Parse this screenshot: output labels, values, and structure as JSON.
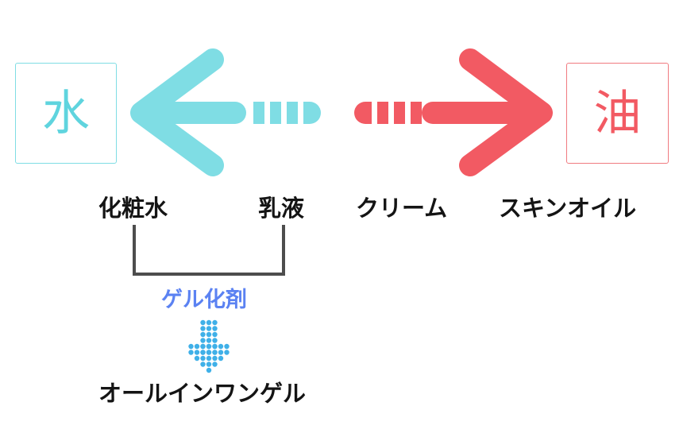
{
  "water_label": "水",
  "oil_label": "油",
  "products": {
    "lotion": "化粧水",
    "milk": "乳液",
    "cream": "クリーム",
    "skin_oil": "スキンオイル"
  },
  "gel_agent": "ゲル化剤",
  "result": "オールインワンゲル",
  "colors": {
    "water": "#7fdde4",
    "oil": "#f25a63",
    "gel_agent": "#5b82f2",
    "dotted_arrow": "#3fb0e8",
    "bracket": "#4d4d4d"
  }
}
